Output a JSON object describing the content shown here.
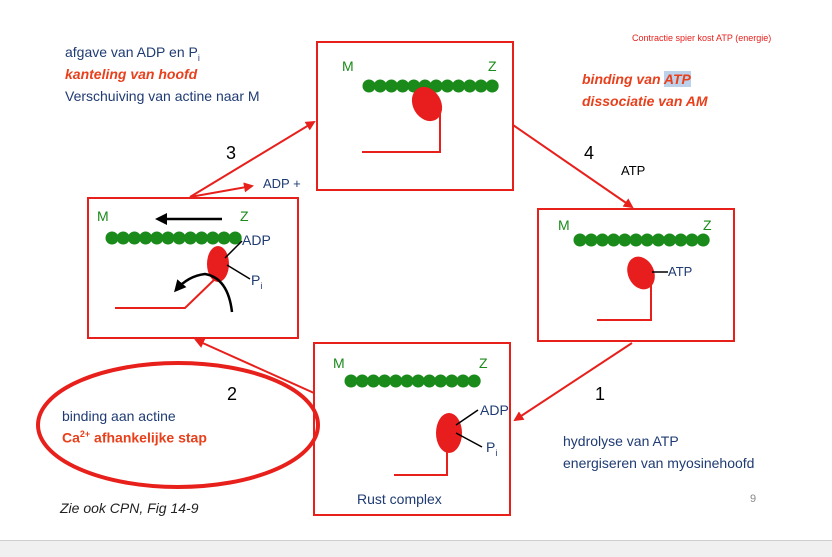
{
  "header": {
    "note": "Contractie spier kost ATP (energie)"
  },
  "top_left": {
    "line1": "afgave van ADP en P",
    "line1_sub": "i",
    "line2": "kanteling van hoofd",
    "line3": "Verschuiving van actine naar M"
  },
  "top_right": {
    "line1_pre": "binding van ",
    "line1_atp": "ATP",
    "line2": "dissociatie van AM"
  },
  "steps": {
    "s1": "1",
    "s2": "2",
    "s3": "3",
    "s4": "4"
  },
  "labels": {
    "m": "M",
    "z": "Z",
    "adp_plus": "ADP +",
    "atp_arrow": "ATP",
    "adp": "ADP",
    "atp": "ATP",
    "pi": "P",
    "pi_sub": "i"
  },
  "bottom_left": {
    "line1": "binding aan actine",
    "line2_pre": "Ca",
    "line2_sup": "2+",
    "line2_post": " afhankelijke stap"
  },
  "bottom_right": {
    "line1": "hydrolyse van ATP",
    "line2": "energiseren van myosinehoofd"
  },
  "rest_label": "Rust complex",
  "footer": {
    "ref": "Zie ook CPN, Fig 14-9",
    "page": "9"
  },
  "colors": {
    "red": "#e8201c",
    "green": "#1a8a1a",
    "blue": "#1f3b73",
    "orange": "#e8401c"
  }
}
